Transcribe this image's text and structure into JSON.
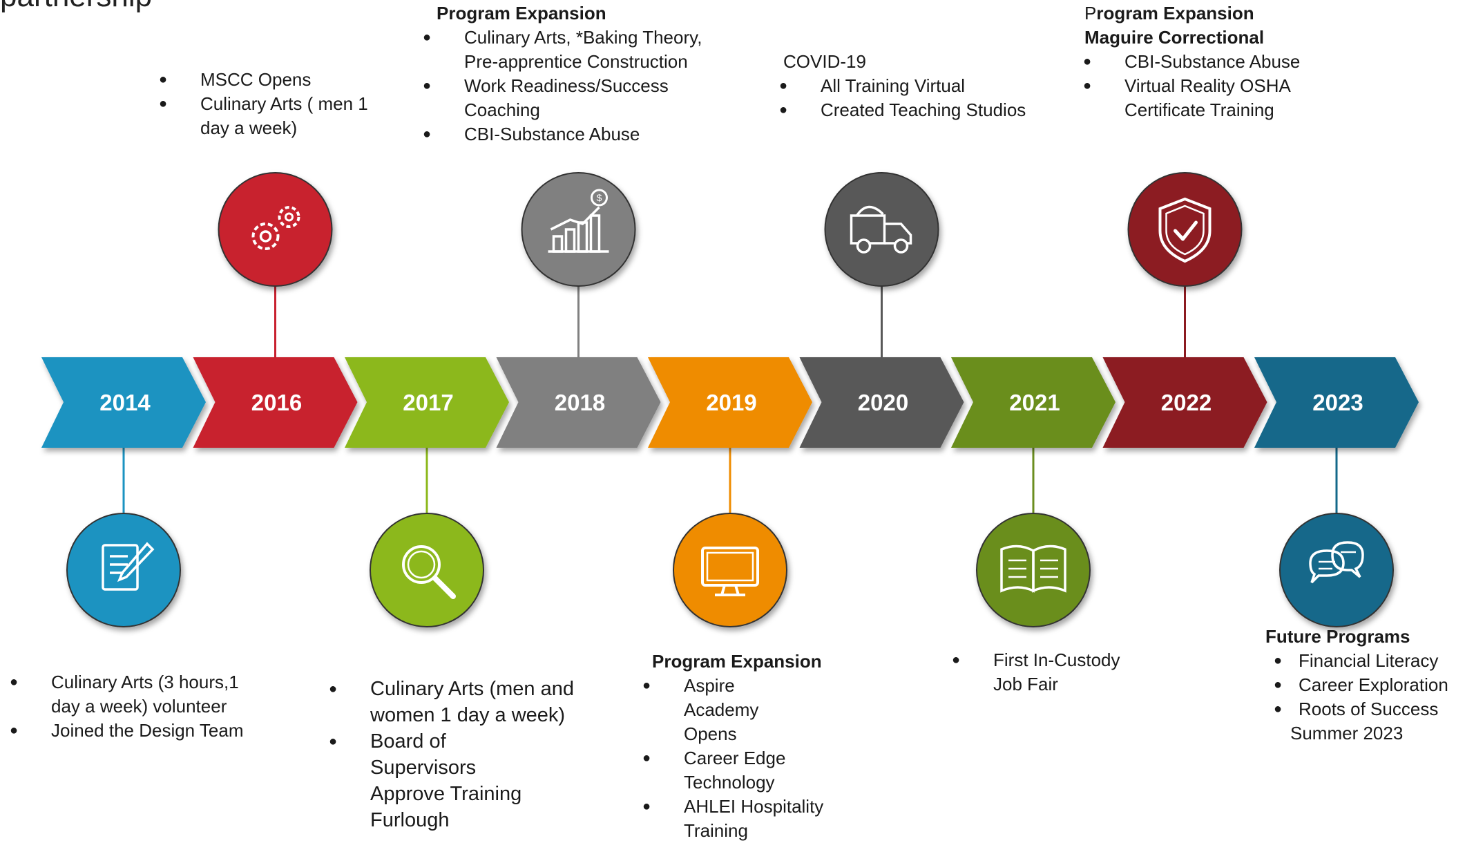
{
  "page_title_fragment": "partnership",
  "colors": {
    "2014": "#1b93c1",
    "2016": "#c8202f",
    "2017": "#8cb81b",
    "2018": "#808080",
    "2019": "#ef8c00",
    "2020": "#595959",
    "2021": "#6b8e1f",
    "2022": "#8c1a20",
    "2023": "#13688a"
  },
  "timeline": [
    {
      "year": "2014",
      "icon": "document-pen-icon",
      "side": "below"
    },
    {
      "year": "2016",
      "icon": "gears-icon",
      "side": "above"
    },
    {
      "year": "2017",
      "icon": "magnifier-icon",
      "side": "below"
    },
    {
      "year": "2018",
      "icon": "growth-chart-icon",
      "side": "above"
    },
    {
      "year": "2019",
      "icon": "monitor-icon",
      "side": "below"
    },
    {
      "year": "2020",
      "icon": "dump-truck-icon",
      "side": "above"
    },
    {
      "year": "2021",
      "icon": "open-book-icon",
      "side": "below"
    },
    {
      "year": "2022",
      "icon": "shield-check-icon",
      "side": "above"
    },
    {
      "year": "2023",
      "icon": "chat-bubbles-icon",
      "side": "below"
    }
  ],
  "notes": {
    "y2014": {
      "items": [
        "Culinary Arts (3 hours,1 day a week) volunteer",
        "Joined the Design Team"
      ]
    },
    "y2016": {
      "items": [
        "MSCC Opens",
        "Culinary Arts ( men 1 day a week)"
      ]
    },
    "y2017": {
      "items": [
        "Culinary Arts (men and women 1 day a week)",
        "Board of Supervisors Approve Training Furlough"
      ]
    },
    "y2018": {
      "header": "Program Expansion",
      "items": [
        "Culinary Arts, *Baking Theory, Pre-apprentice Construction",
        "Work Readiness/Success Coaching",
        "CBI-Substance Abuse"
      ]
    },
    "y2019": {
      "header": "Program Expansion",
      "items": [
        "Aspire Academy Opens",
        "Career Edge Technology",
        "AHLEI Hospitality Training"
      ]
    },
    "y2020": {
      "header": "COVID-19",
      "items": [
        "All Training Virtual",
        "Created Teaching Studios"
      ]
    },
    "y2021": {
      "items": [
        "First In-Custody Job Fair"
      ]
    },
    "y2022": {
      "header_prefix": "P",
      "header_rest": "rogram Expansion",
      "subheader": "Maguire Correctional",
      "items": [
        "CBI-Substance Abuse",
        "Virtual Reality OSHA",
        "Certificate Training"
      ]
    },
    "y2023": {
      "header": "Future Programs",
      "items": [
        "Financial Literacy",
        "Career Exploration",
        "Roots of Success",
        "Summer 2023"
      ]
    }
  }
}
